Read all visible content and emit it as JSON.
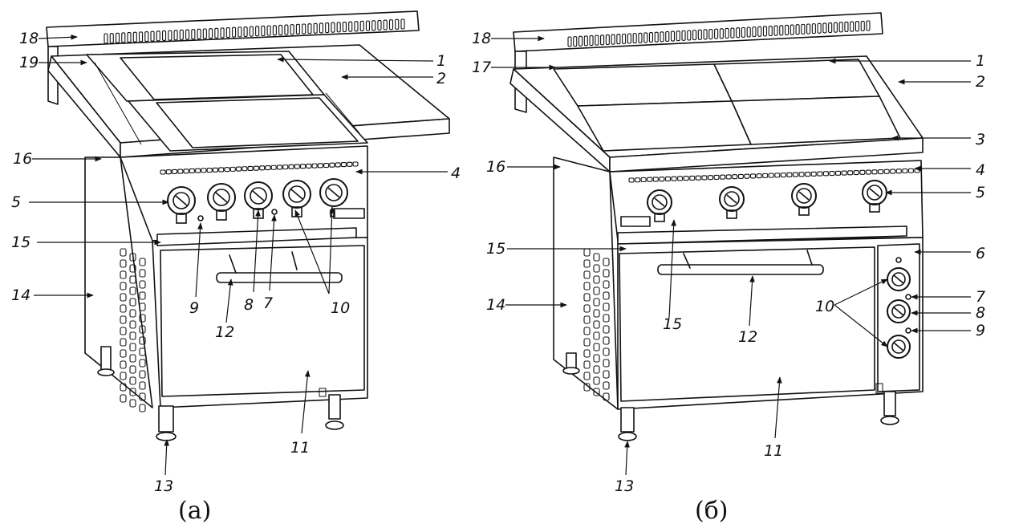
{
  "figures": [
    {
      "caption": "(а)",
      "callouts": [
        "18",
        "19",
        "1",
        "2",
        "16",
        "4",
        "5",
        "15",
        "9",
        "8",
        "7",
        "10",
        "14",
        "12",
        "11",
        "13"
      ]
    },
    {
      "caption": "(б)",
      "callouts": [
        "18",
        "17",
        "1",
        "2",
        "3",
        "16",
        "4",
        "5",
        "15",
        "6",
        "10",
        "7",
        "8",
        "9",
        "14",
        "12",
        "11",
        "13"
      ]
    }
  ]
}
